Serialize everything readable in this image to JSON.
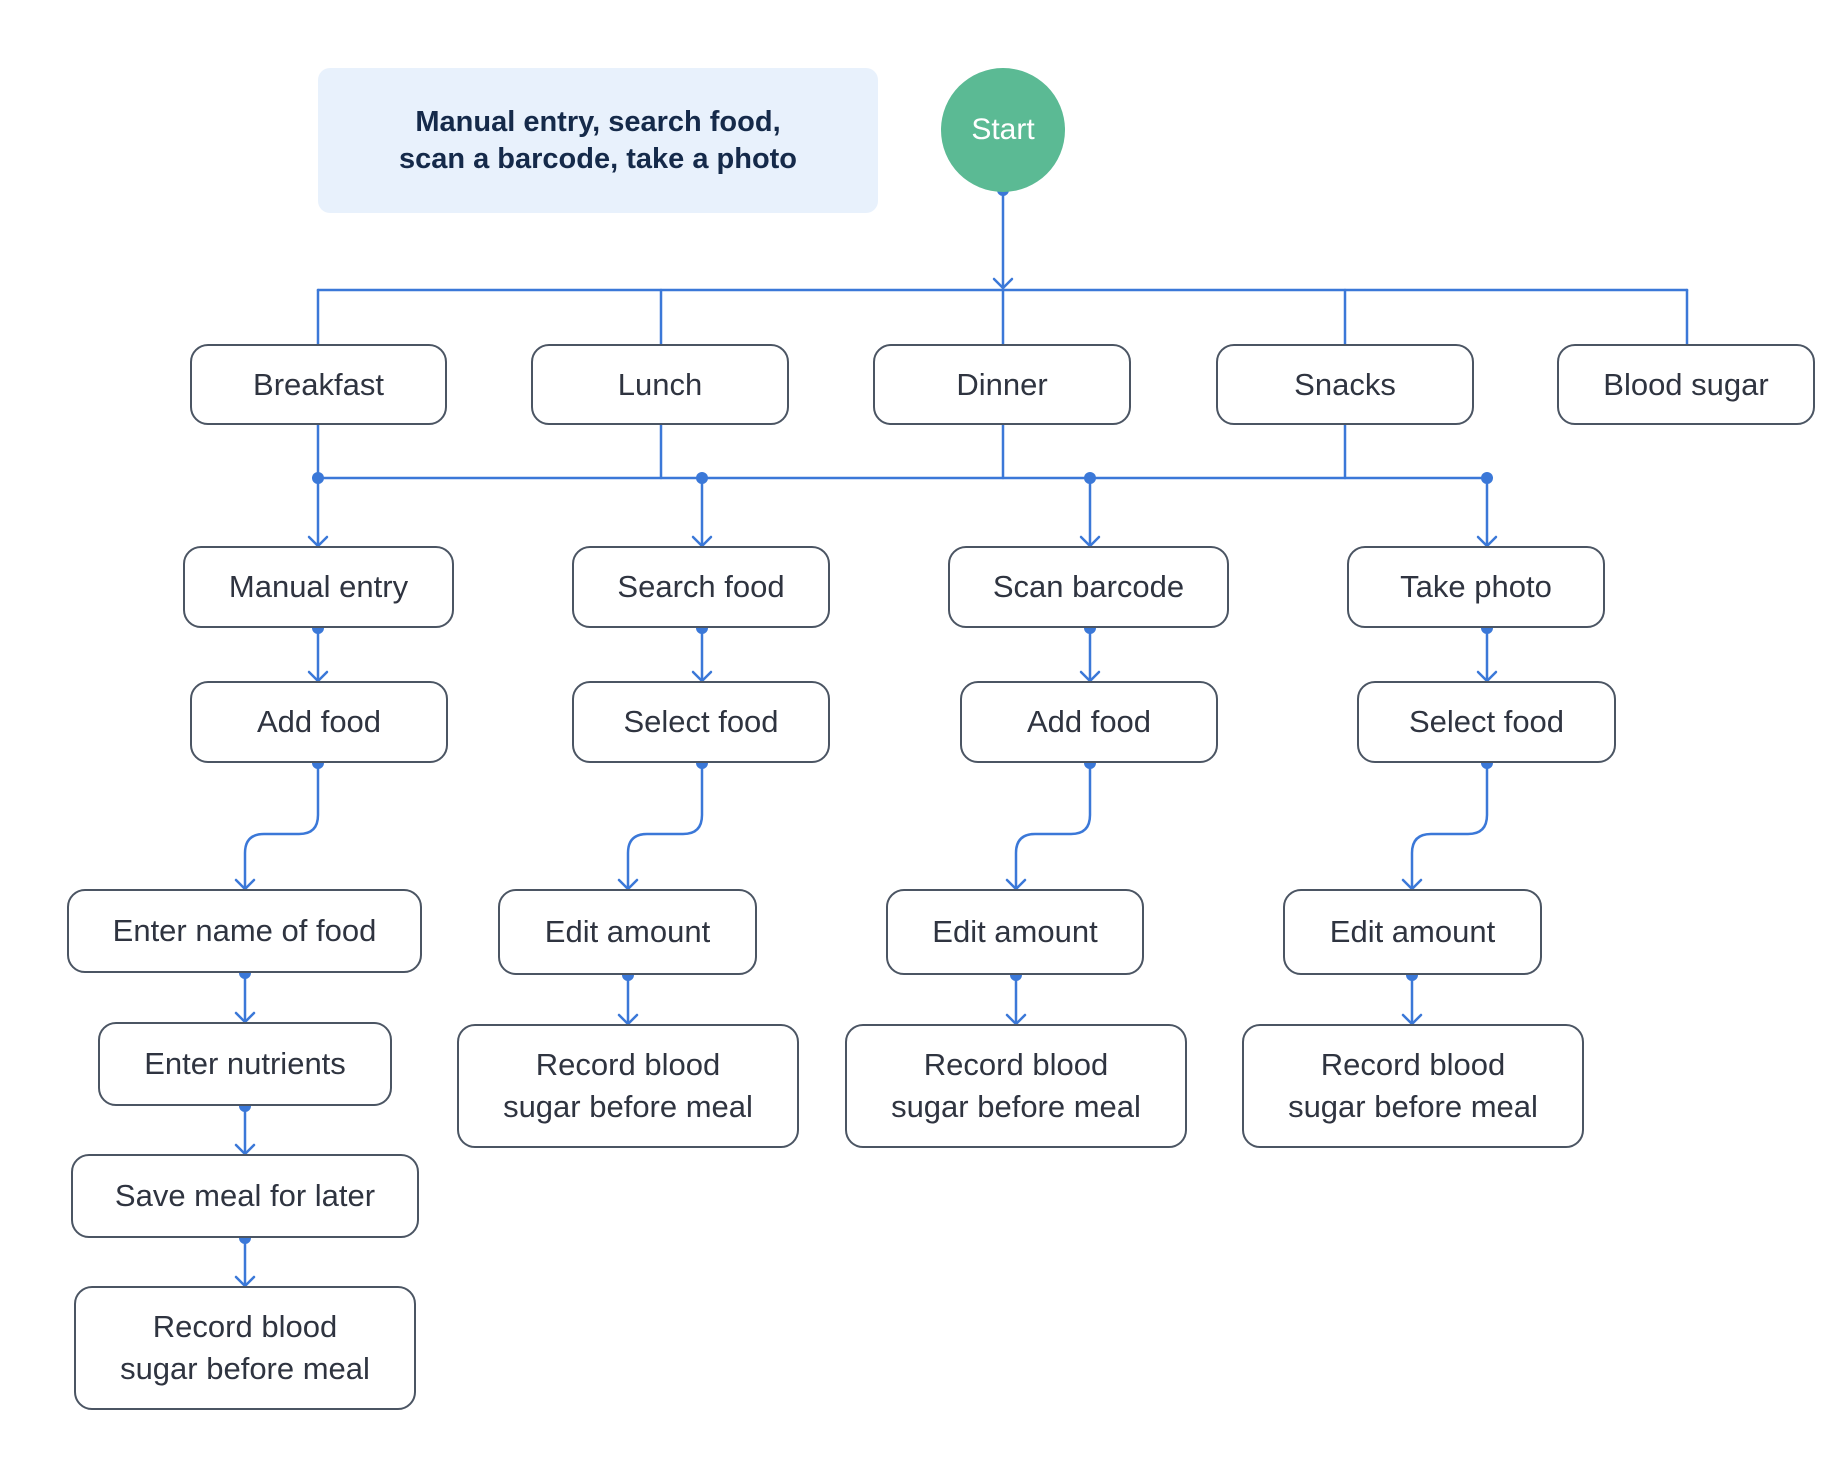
{
  "colors": {
    "connector": "#3b78d8",
    "start_fill": "#5bba94",
    "note_fill": "#e8f1fc",
    "node_border": "#4b5563"
  },
  "note": {
    "text": "Manual entry, search food,\nscan a barcode, take a photo"
  },
  "start": {
    "label": "Start"
  },
  "categories": [
    "Breakfast",
    "Lunch",
    "Dinner",
    "Snacks",
    "Blood sugar"
  ],
  "methods": [
    {
      "label": "Manual entry",
      "steps": [
        "Add food",
        "Enter name of food",
        "Enter nutrients",
        "Save meal for later",
        "Record blood\nsugar before meal"
      ]
    },
    {
      "label": "Search food",
      "steps": [
        "Select food",
        "Edit amount",
        "Record blood\nsugar before meal"
      ]
    },
    {
      "label": "Scan barcode",
      "steps": [
        "Add food",
        "Edit amount",
        "Record blood\nsugar before meal"
      ]
    },
    {
      "label": "Take photo",
      "steps": [
        "Select food",
        "Edit amount",
        "Record blood\nsugar before meal"
      ]
    }
  ]
}
